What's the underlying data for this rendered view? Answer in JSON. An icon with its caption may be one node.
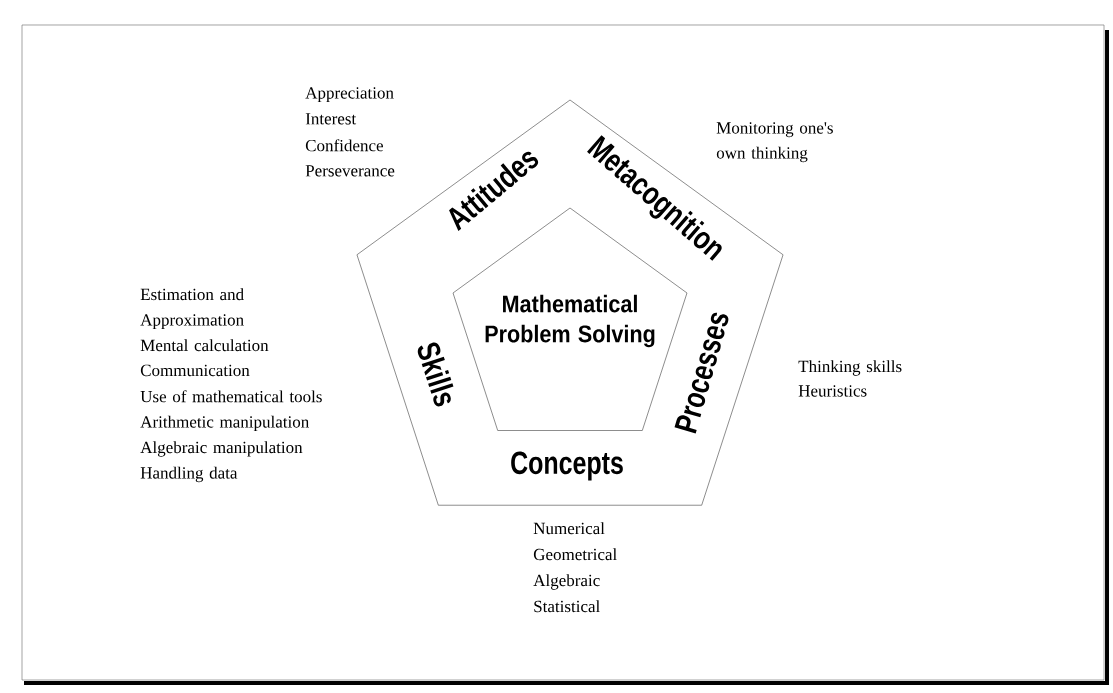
{
  "diagram": {
    "nodes": [
      {
        "text": [
          "Attitudes",
          "Metacognition",
          "Processes",
          "Concepts",
          "Skills"
        ]
      },
      {
        "text": [
          "Mathematical Problem Solving"
        ],
        "in": 0
      }
    ],
    "labels": [
      "Appreciation",
      "Interest",
      "Confidence",
      "Perseverance",
      "Monitoring one's own thinking",
      "Estimation and Approximation",
      "Mental calculation",
      "Communication",
      "Use of mathematical tools",
      "Arithmetic manipulation",
      "Algebraic manipulation",
      "Handling data",
      "Thinking skills",
      "Heuristics",
      "Numerical",
      "Geometrical",
      "Algebraic",
      "Statistical"
    ]
  }
}
